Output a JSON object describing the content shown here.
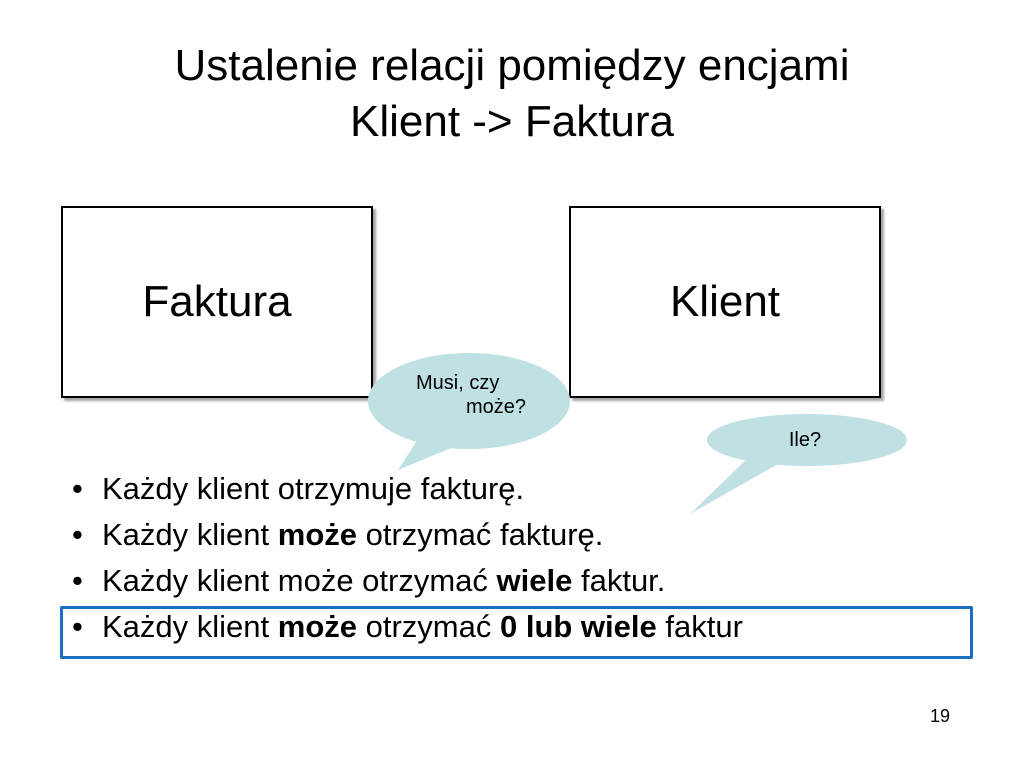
{
  "slide": {
    "title_line1": "Ustalenie relacji pomiędzy encjami",
    "title_line2": "Klient -> Faktura",
    "number": "19"
  },
  "entities": [
    {
      "label": "Faktura"
    },
    {
      "label": "Klient"
    }
  ],
  "callouts": [
    {
      "line1": "Musi, czy",
      "line2": "może?"
    },
    {
      "text": "Ile?"
    }
  ],
  "bullets": [
    {
      "bullet": "•",
      "parts": [
        {
          "text": "Każdy klient otrzymuje fakturę."
        }
      ]
    },
    {
      "bullet": "•",
      "parts": [
        {
          "text": "Każdy klient "
        },
        {
          "text": "może"
        },
        {
          "text": " otrzymać fakturę."
        }
      ]
    },
    {
      "bullet": "•",
      "parts": [
        {
          "text": "Każdy klient może otrzymać "
        },
        {
          "text": "wiele"
        },
        {
          "text": " faktur."
        }
      ]
    },
    {
      "bullet": "•",
      "parts": [
        {
          "text": "Każdy klient "
        },
        {
          "text": "może"
        },
        {
          "text": " otrzymać "
        },
        {
          "text": "0 lub wiele"
        },
        {
          "text": " faktur"
        }
      ]
    }
  ],
  "colors": {
    "callout_fill": "#bfe1e3",
    "highlight_border": "#1a6fc0"
  }
}
